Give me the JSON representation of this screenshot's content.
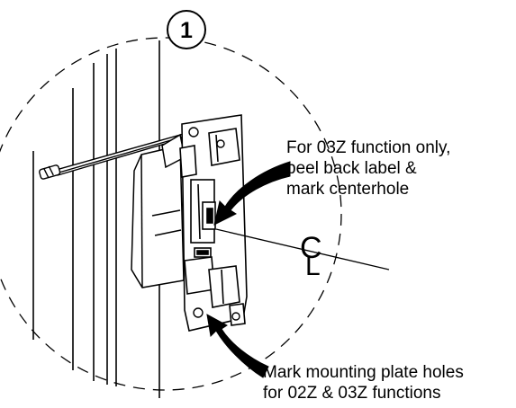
{
  "step_number": "1",
  "centerline_symbol": {
    "upper": "C",
    "lower": "L"
  },
  "callouts": {
    "centerhole": {
      "lines": [
        "For 03Z function only,",
        "peel back label &",
        "mark centerhole"
      ]
    },
    "mounting_holes": {
      "lines": [
        "Mark mounting plate holes",
        "for 02Z & 03Z functions"
      ]
    }
  },
  "colors": {
    "ink": "#000000",
    "paper": "#ffffff"
  }
}
